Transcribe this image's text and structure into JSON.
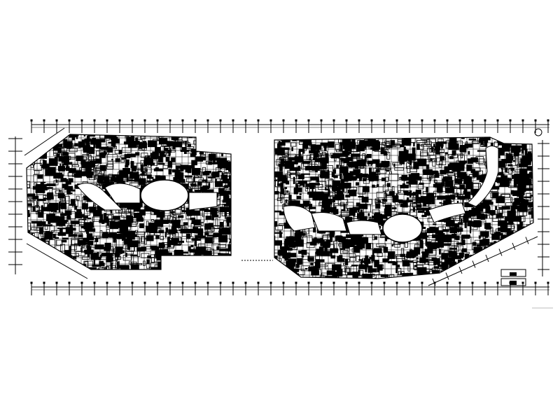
{
  "drawing": {
    "type": "architectural floor plan (CAD)",
    "background_color": "#ffffff",
    "line_color": "#000000",
    "buildings": [
      "west-block",
      "east-block"
    ],
    "atriums": [
      "west-oval-atrium",
      "east-oval-atrium"
    ],
    "legend_boxes": 2,
    "north_marker": "circle-icon"
  }
}
